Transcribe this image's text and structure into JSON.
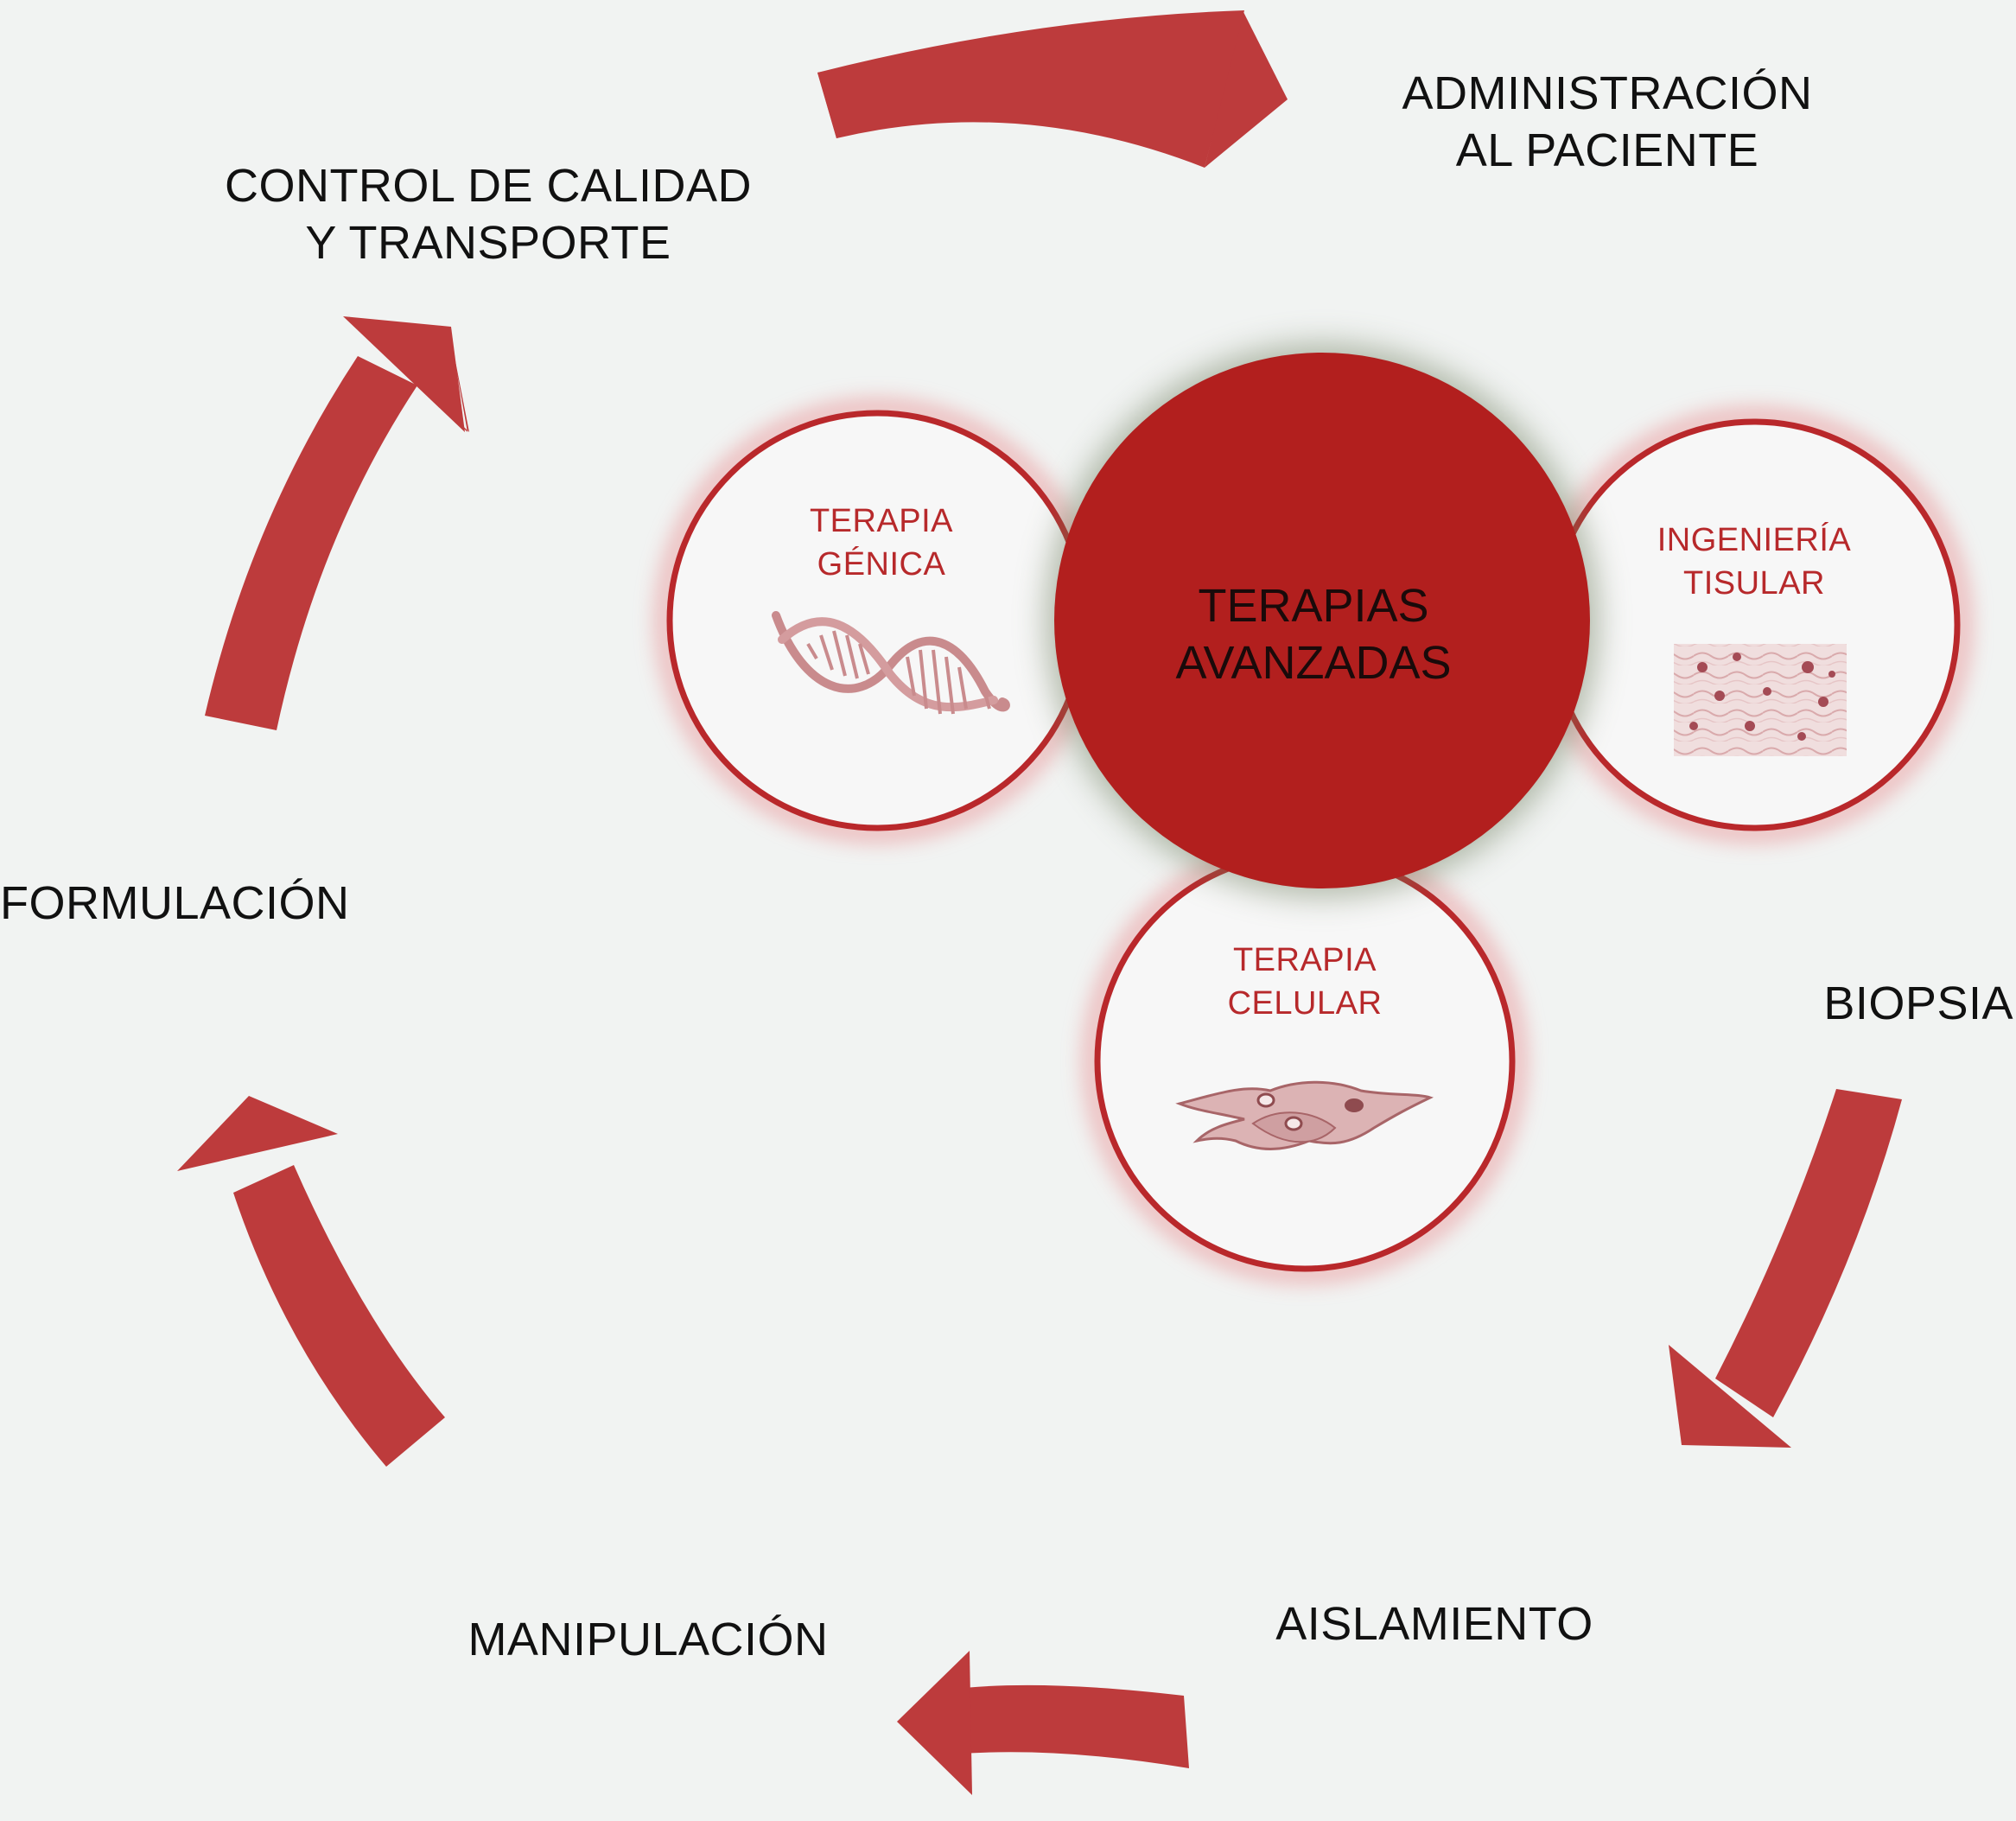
{
  "center": {
    "title": "TERAPIAS\nAVANZADAS"
  },
  "therapies": {
    "genica": "TERAPIA\nGÉNICA",
    "tisular": "INGENIERÍA\nTISULAR",
    "celular": "TERAPIA\nCELULAR"
  },
  "cycle": {
    "administracion": "ADMINISTRACIÓN\nAL PACIENTE",
    "biopsia": "BIOPSIA",
    "aislamiento": "AISLAMIENTO",
    "manipulacion": "MANIPULACIÓN",
    "formulacion": "FORMULACIÓN",
    "control": "CONTROL DE CALIDAD\nY TRANSPORTE"
  },
  "icons": {
    "genica": "dna-icon",
    "tisular": "tissue-icon",
    "celular": "cells-icon"
  },
  "colors": {
    "arrow": "#bd3b3c",
    "ring": "#b9282b",
    "center_fill": "#b21f1e",
    "circle_text": "#b7292b",
    "background": "#f1f3f2"
  }
}
